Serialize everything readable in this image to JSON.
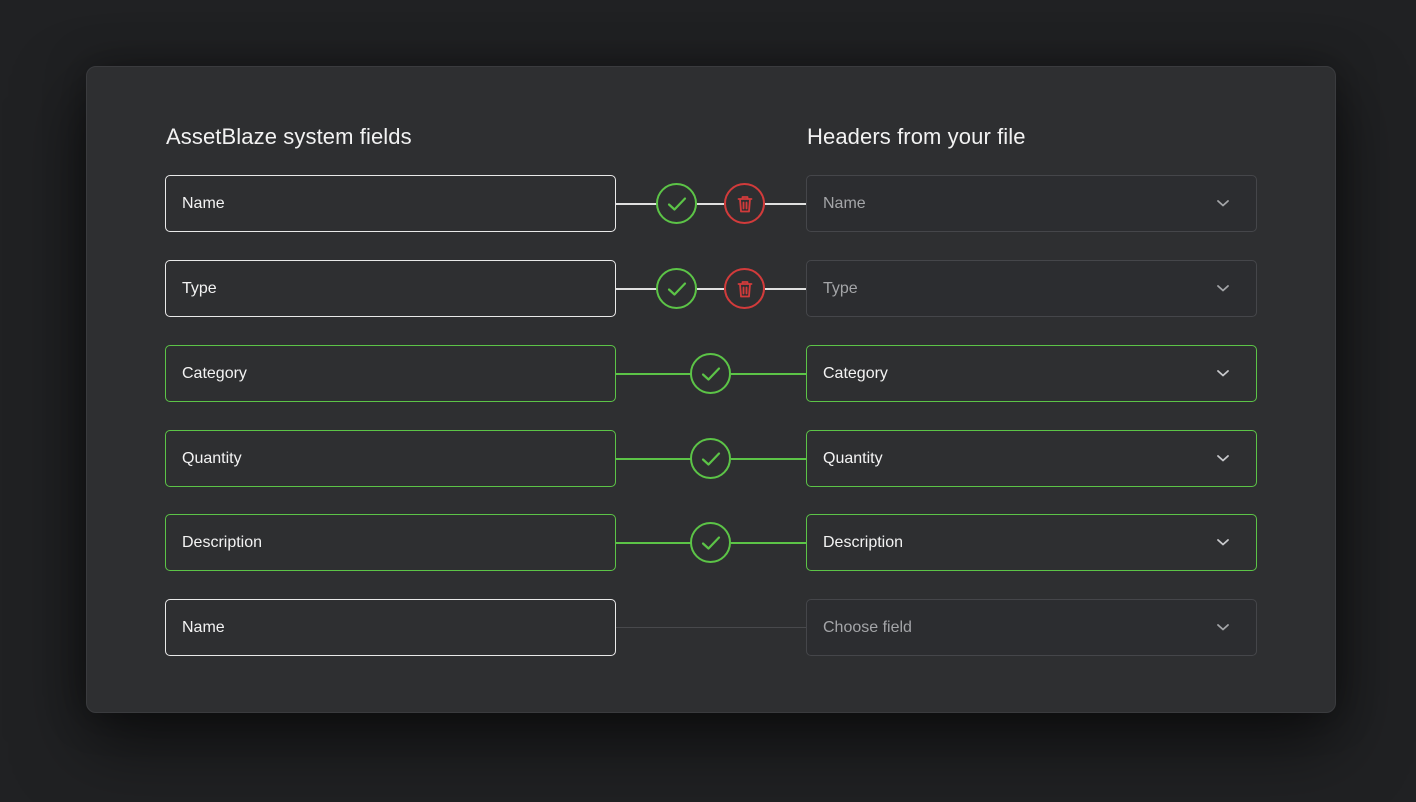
{
  "headings": {
    "system": "AssetBlaze system fields",
    "file": "Headers from your file"
  },
  "rows": [
    {
      "field": "Name",
      "select": "Name",
      "state": "pending"
    },
    {
      "field": "Type",
      "select": "Type",
      "state": "pending"
    },
    {
      "field": "Category",
      "select": "Category",
      "state": "matched"
    },
    {
      "field": "Quantity",
      "select": "Quantity",
      "state": "matched"
    },
    {
      "field": "Description",
      "select": "Description",
      "state": "matched"
    },
    {
      "field": "Name",
      "select": "Choose field",
      "state": "empty"
    }
  ],
  "icons": {
    "confirm": "check-icon",
    "delete": "trash-icon",
    "dropdown": "chevron-down-icon"
  },
  "colors": {
    "accent_green": "#5cc447",
    "danger_red": "#d23b3b",
    "card_bg": "#2e2f31",
    "page_bg": "#202123"
  }
}
